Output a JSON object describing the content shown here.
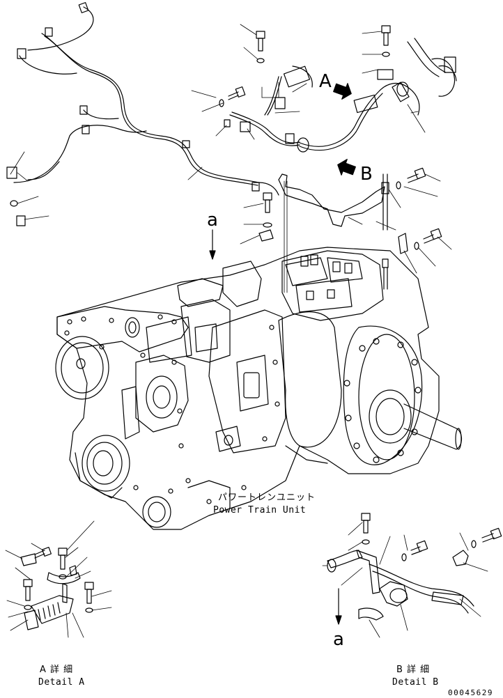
{
  "labels": {
    "marker_a_top": "a",
    "marker_a_bottom": "a",
    "view_A": "A",
    "view_B": "B",
    "unit_jp": "パワートレンユニット",
    "unit_en": "Power Train Unit",
    "detail_a_jp": "A 詳 細",
    "detail_a_en": "Detail A",
    "detail_b_jp": "B 詳 細",
    "detail_b_en": "Detail B",
    "part_number": "00045629"
  }
}
